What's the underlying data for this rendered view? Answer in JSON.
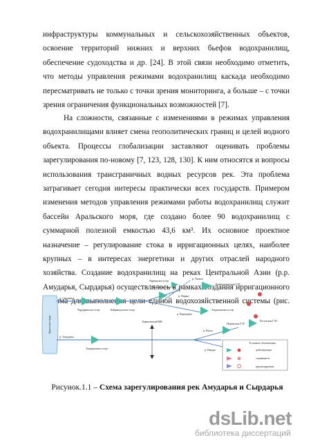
{
  "text": {
    "para1": "инфраструктуры коммунальных и сельскохозяйственных объектов, освоение территорий нижних и верхних бьефов водохранилищ, обеспечение судоходства и др. [24]. В этой связи необходимо отметить, что методы управления режимами водохранилищ каскада необходимо пересматривать не только с точки зрения мониторинга, а больше – с точки зрения ограничения функциональных возможностей [7].",
    "para2": "На сложности, связанные с изменениями в режимах управления водохранилищами влияет смена геополитических границ и целей водного объекта. Процессы глобализации заставляют оценивать проблемы зарегулирования по-новому [7, 123, 128, 130]. К ним относятся и вопросы использования трансграничных водных ресурсов рек. Эта проблема затрагивает сегодня интересы практически всех государств. Примером изменения методов управления режимами работы водохранилищ служит бассейн Аральского моря, где создано более 90 водохранилищ с суммарной полезной емкостью 43,6 км³. Их основное проектное назначение – регулирование стока в ирригационных целях, наиболее крупных – в интересах энергетики и других отраслей народного хозяйства. Создание водохранилищ на реках Центральной Азии (р.р. Амударья, Сырдарья) осуществлялось в рамках создания ирригационного режима для выполнения цели единой водохозяйственной системы (рис. 1.1)."
  },
  "figure": {
    "caption_prefix": "Рисунок.1.1 – ",
    "caption_title": "Схема зарегулирования рек Амударья и Сырдарья",
    "labels": {
      "sea": "Аральское море",
      "river_syr": "р. Сырдарья",
      "river_amu": "р. Амударья",
      "naryn": "р. Нарын",
      "chatkal": "р. Чаткал",
      "karadarya": "р. Карадарья",
      "vakhsh": "р. Вахш",
      "panj": "р. Пяндж",
      "chardara": "Чардаринское в-ще",
      "kayrakkum": "Кайраккумское в-ще",
      "toktogul": "Токтогульское в-ще",
      "charvak": "Чарвакское в-ще",
      "andijan": "Андижанское в-ще",
      "tuyamuyun": "Туямуюнское в-ще",
      "nurek": "Нурекская ГЭС",
      "rogun": "Рогунская ГЭС",
      "kambarata": "Камбаратинская ГЭС",
      "karshi": "Каршинский МК",
      "legend_title": "Условные обозначения",
      "legend_1": "действующие",
      "legend_2": "строящиеся",
      "legend_3": "проектируемые"
    }
  },
  "watermark": {
    "logo": "dsLib.net",
    "subtitle": "библиотека диссертаций"
  }
}
